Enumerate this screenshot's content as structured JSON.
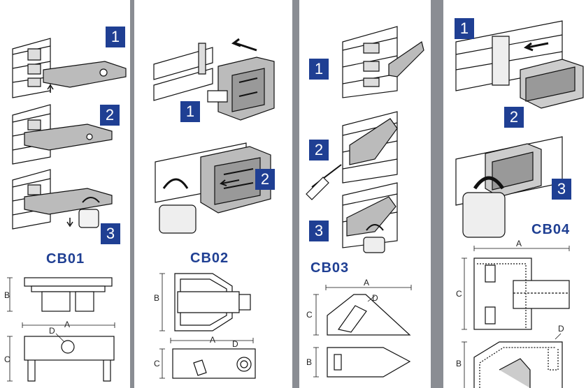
{
  "colors": {
    "badge": "#1f3f93",
    "title": "#1f3f93",
    "divider": "#8a8d93"
  },
  "panels": [
    {
      "title": "CB01",
      "steps": [
        "1",
        "2",
        "3"
      ],
      "dimensions": {
        "a": "A",
        "b": "B",
        "c": "C",
        "d": "D"
      }
    },
    {
      "title": "CB02",
      "steps": [
        "1",
        "2"
      ],
      "dimensions": {
        "a": "A",
        "b": "B",
        "c": "C",
        "d": "D"
      }
    },
    {
      "title": "CB03",
      "steps": [
        "1",
        "2",
        "3"
      ],
      "dimensions": {
        "a": "A",
        "b": "B",
        "c": "C",
        "d": "D"
      }
    },
    {
      "title": "CB04",
      "steps": [
        "1",
        "2",
        "3"
      ],
      "dimensions": {
        "a": "A",
        "b": "B",
        "c": "C",
        "d": "D"
      }
    }
  ]
}
